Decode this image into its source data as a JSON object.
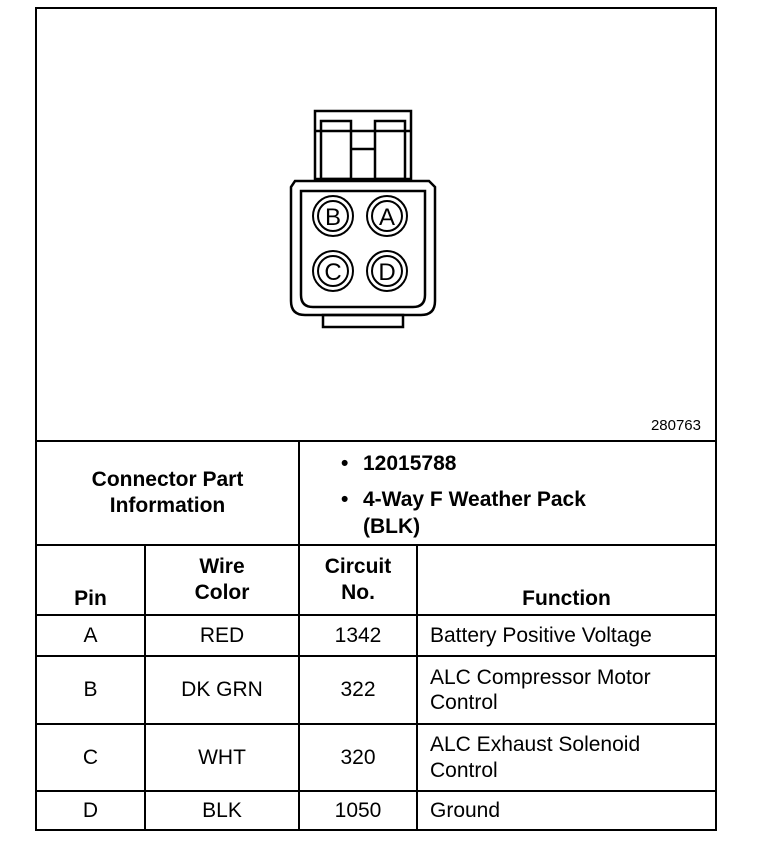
{
  "figure": {
    "reference_number": "280763",
    "pin_labels": [
      "B",
      "A",
      "C",
      "D"
    ]
  },
  "connector_info": {
    "label": "Connector Part Information",
    "items": [
      "12015788",
      "4-Way F Weather Pack (BLK)"
    ]
  },
  "table": {
    "headers": {
      "pin": "Pin",
      "wire_color": "Wire Color",
      "circuit": "Circuit No.",
      "function": "Function"
    },
    "rows": [
      {
        "pin": "A",
        "wire_color": "RED",
        "circuit": "1342",
        "function": "Battery Positive Voltage"
      },
      {
        "pin": "B",
        "wire_color": "DK GRN",
        "circuit": "322",
        "function": "ALC Compressor Motor Control"
      },
      {
        "pin": "C",
        "wire_color": "WHT",
        "circuit": "320",
        "function": "ALC Exhaust Solenoid Control"
      },
      {
        "pin": "D",
        "wire_color": "BLK",
        "circuit": "1050",
        "function": "Ground"
      }
    ]
  }
}
